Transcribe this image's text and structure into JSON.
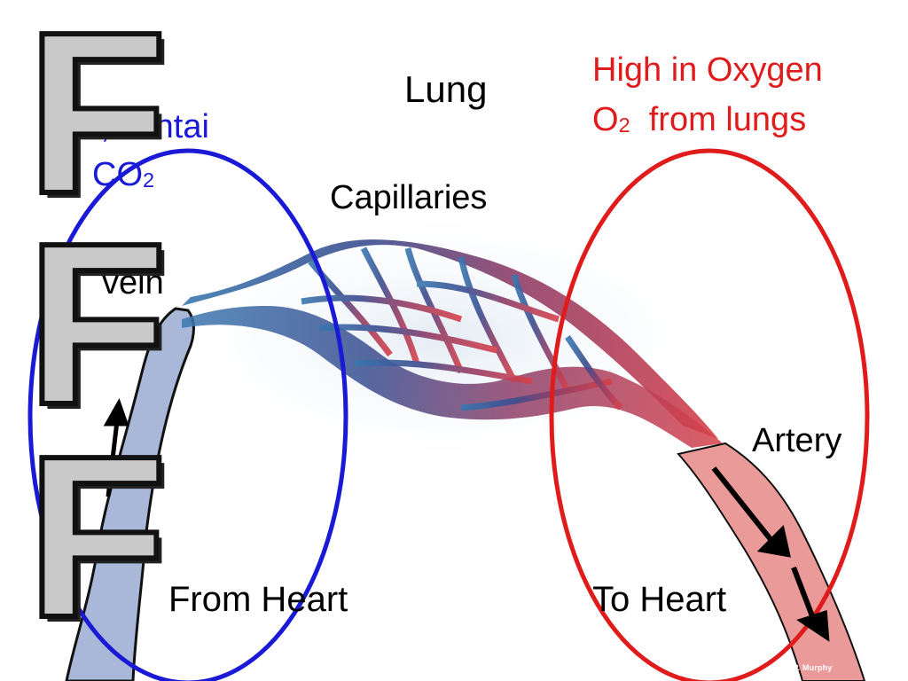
{
  "labels": {
    "lung": "Lung",
    "capillaries": "Capillaries",
    "high_oxygen_line1": "High in Oxygen",
    "high_oxygen_o": "O",
    "high_oxygen_sub": "2",
    "high_oxygen_rest": "  from lungs",
    "left_partial": "gen, contai",
    "left_co": "CO",
    "left_co_sub": "2",
    "vein": "vein",
    "artery": "Artery",
    "from_heart": "From Heart",
    "to_heart": "To Heart",
    "credit": "n P. Murphy"
  },
  "overlay_letters": [
    "F",
    "F",
    "F"
  ],
  "colors": {
    "deoxygenated": "#1a1ad6",
    "oxygenated": "#e01b1b",
    "vein_fill": "#a9b8d8",
    "artery_fill": "#eb9a9a"
  }
}
